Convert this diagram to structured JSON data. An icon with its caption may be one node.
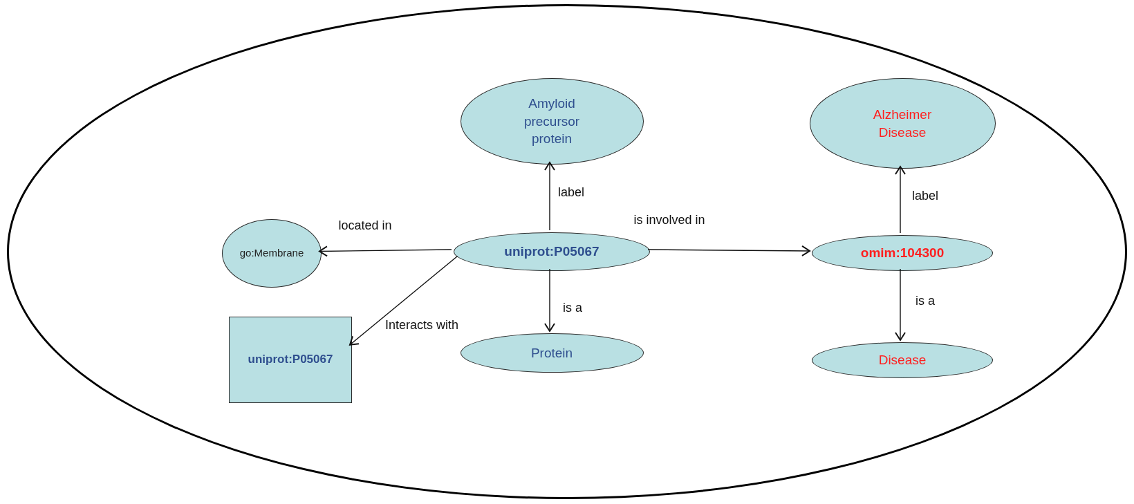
{
  "diagram": {
    "nodes": [
      {
        "text": [],
        "shape": "ellipse"
      },
      {
        "text": [
          "Amyloid precursor protein"
        ],
        "in": 0
      },
      {
        "text": [
          "Alzheimer Disease"
        ],
        "in": 0
      },
      {
        "text": [
          "go:Membrane"
        ],
        "in": 0
      },
      {
        "text": [
          "uniprot:P05067"
        ],
        "in": 0
      },
      {
        "text": [
          "omim:104300"
        ],
        "in": 0
      },
      {
        "text": [
          "uniprot:P05067"
        ],
        "in": 0
      },
      {
        "text": [
          "Protein"
        ],
        "in": 0
      },
      {
        "text": [
          "Disease"
        ],
        "in": 0
      }
    ],
    "edges": [
      {
        "from": 4,
        "to": 1,
        "arrow": "to",
        "label": "label"
      },
      {
        "from": 4,
        "to": 3,
        "arrow": "to",
        "label": "located in"
      },
      {
        "from": 4,
        "to": 5,
        "arrow": "to",
        "label": "is involved in"
      },
      {
        "from": 4,
        "to": 6,
        "arrow": "to",
        "label": "Interacts with"
      },
      {
        "from": 4,
        "to": 7,
        "arrow": "to",
        "label": "is a"
      },
      {
        "from": 5,
        "to": 2,
        "arrow": "to",
        "label": "label"
      },
      {
        "from": 5,
        "to": 8,
        "arrow": "to",
        "label": "is a"
      }
    ]
  }
}
